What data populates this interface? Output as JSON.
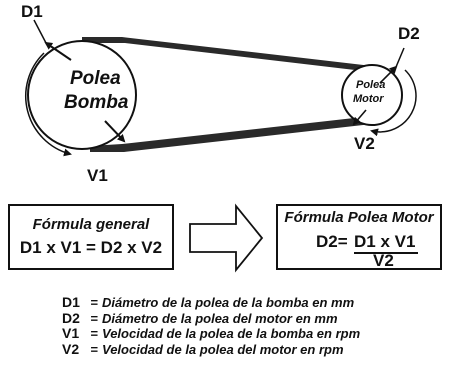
{
  "diagram": {
    "pump_pulley": {
      "line1": "Polea",
      "line2": "Bomba"
    },
    "motor_pulley": {
      "line1": "Polea",
      "line2": "Motor"
    },
    "labels": {
      "d1": "D1",
      "d2": "D2",
      "v1": "V1",
      "v2": "V2"
    }
  },
  "general_formula": {
    "title": "Fórmula general",
    "expression": "D1 x V1 = D2 x V2"
  },
  "motor_formula": {
    "title": "Fórmula Polea Motor",
    "lhs": "D2=",
    "numerator": "D1 x V1",
    "denominator": "V2"
  },
  "legend": [
    {
      "key": "D1",
      "eq": "=",
      "desc": "Diámetro de la polea de la bomba en mm"
    },
    {
      "key": "D2",
      "eq": "=",
      "desc": "Diámetro de la polea del motor en mm"
    },
    {
      "key": "V1",
      "eq": "=",
      "desc": "Velocidad de la polea de la bomba en rpm"
    },
    {
      "key": "V2",
      "eq": "=",
      "desc": "Velocidad de la polea del motor en rpm"
    }
  ]
}
